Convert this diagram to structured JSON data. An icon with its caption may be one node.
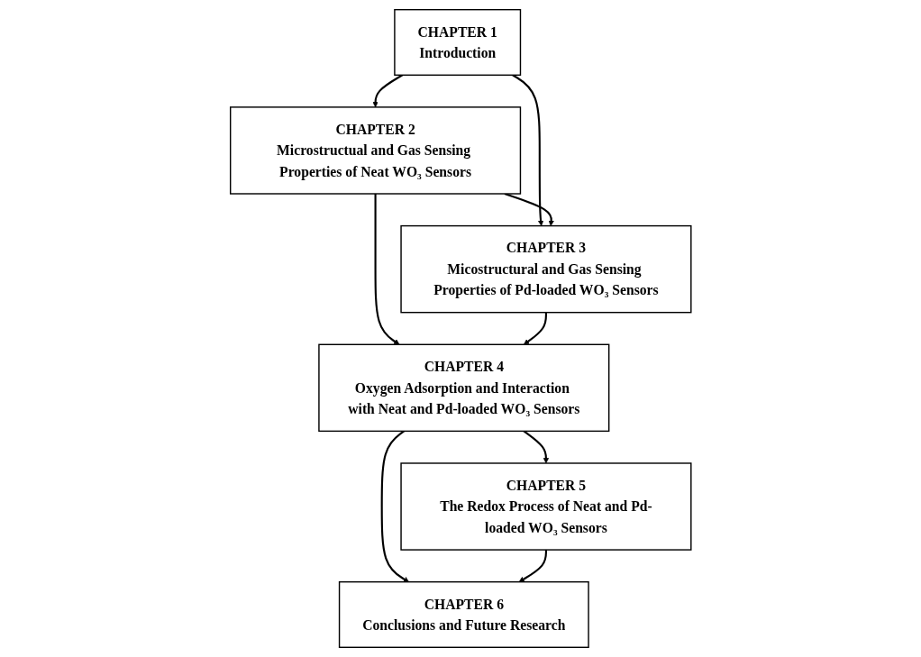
{
  "diagram": {
    "nodes": [
      {
        "text": [
          "CHAPTER 1",
          "Introduction"
        ]
      },
      {
        "text": [
          "CHAPTER 2",
          "Microstructual and Gas Sensing Properties of Neat WO₃ Sensors"
        ]
      },
      {
        "text": [
          "CHAPTER 3",
          "Micostructural and Gas Sensing Properties of Pd-loaded WO₃ Sensors"
        ]
      },
      {
        "text": [
          "CHAPTER 4",
          "Oxygen Adsorption and Interaction with Neat and Pd-loaded WO₃ Sensors"
        ]
      },
      {
        "text": [
          "CHAPTER 5",
          "The Redox Process of Neat and Pd-loaded WO₃ Sensors"
        ]
      },
      {
        "text": [
          "CHAPTER 6",
          "Conclusions and Future Research"
        ]
      }
    ],
    "edges": [
      {
        "from": 0,
        "to": 1,
        "arrow": "to"
      },
      {
        "from": 0,
        "to": 2,
        "arrow": "to"
      },
      {
        "from": 1,
        "to": 2,
        "arrow": "to"
      },
      {
        "from": 1,
        "to": 3,
        "arrow": "to"
      },
      {
        "from": 2,
        "to": 3,
        "arrow": "to"
      },
      {
        "from": 3,
        "to": 4,
        "arrow": "to"
      },
      {
        "from": 3,
        "to": 5,
        "arrow": "to"
      },
      {
        "from": 4,
        "to": 5,
        "arrow": "to"
      }
    ]
  }
}
